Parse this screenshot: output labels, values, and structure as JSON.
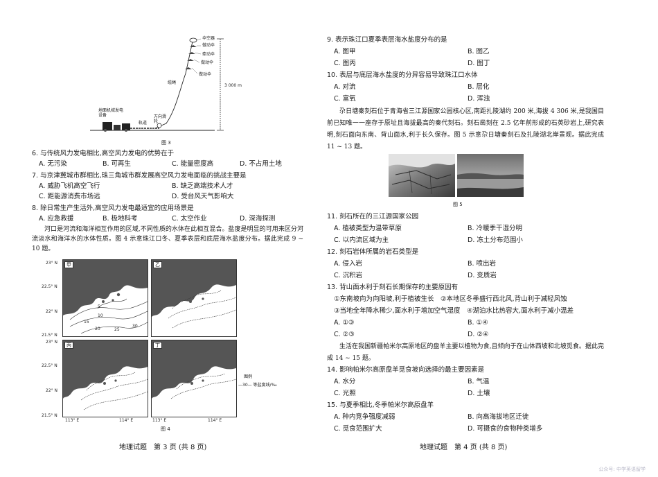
{
  "left_page": {
    "figure3": {
      "labels": {
        "umbrella": "伞空器",
        "kite1": "做动伞",
        "winch1": "牵动伞",
        "kite2": "做动伞",
        "kite3": "做动伞",
        "cable": "缆绳",
        "height": "3 000 m",
        "ground_station": "地面机械发电设备",
        "rail": "轨道",
        "pulley": "万向滑轮"
      },
      "caption": "图 3"
    },
    "q6": {
      "stem": "6. 与传统风力发电相比,高空风力发电的优势在于",
      "a": "A. 无污染",
      "b": "B. 可再生",
      "c": "C. 能量密度高",
      "d": "D. 不占用土地"
    },
    "q7": {
      "stem": "7. 与京津冀城市群相比,珠三角城市群发展高空风力发电面临的挑战主要是",
      "a": "A. 威胁飞机高空飞行",
      "b": "B. 缺乏高端技术人才",
      "c": "C. 距能源消费市场远",
      "d": "D. 受台风天气影响大"
    },
    "q8": {
      "stem": "8. 除日常生产生活外,高空风力发电最适宜的应用场景是",
      "a": "A. 应急救援",
      "b": "B. 极地科考",
      "c": "C. 太空作业",
      "d": "D. 深海探测"
    },
    "passage_estuary": "河口是河流和海洋相互作用的区域,不同性质的水体在此相互混合。盐度是明显的可用来区分河流淡水和海洋水的水体性质。图 4 示意珠江口冬、夏季表层和底层海水盐度分布。据此完成 9 ~ 10 题。",
    "figure4": {
      "panels": [
        "甲",
        "乙",
        "丙",
        "丁"
      ],
      "lat_labels": [
        "23° N",
        "22.5° N",
        "22° N",
        "21.5° N",
        "23° N",
        "22.5° N",
        "22° N",
        "21.5° N"
      ],
      "lon_labels": [
        "113° E",
        "114° E",
        "113° E",
        "114° E"
      ],
      "contour_values": [
        "5",
        "10",
        "15",
        "20",
        "25",
        "30"
      ],
      "legend_title": "图例",
      "legend_item": "—30— 等盐度线/‰",
      "caption": "图 4"
    },
    "footer": "地理试题　第 3 页 (共 8 页)"
  },
  "right_page": {
    "q9": {
      "stem": "9. 表示珠江口夏季表层海水盐度分布的是",
      "a": "A. 图甲",
      "b": "B. 图乙",
      "c": "C. 图丙",
      "d": "D. 图丁"
    },
    "q10": {
      "stem": "10. 表层与底层海水盐度的分异容易导致珠江口水体",
      "a": "A. 对流",
      "b": "B. 层化",
      "c": "C. 富氧",
      "d": "D. 浑浊"
    },
    "passage_rock_1": "尕日塘秦刻石位于青海省三江源国家公园核心区,南距扎陵湖约 200 米,海拔 4 306 米,是我国目前已知唯一一座存于原址且海拔最高的秦代刻石。刻石凿刻在 2.5 亿年前形成的石英砂岩上,研究表明,刻石面向东南、背山面水,利于长久保存。图 5 示意尕日塘秦刻石及扎陵湖北岸景观。据此完成 11 ~ 13 题。",
    "figure5_caption": "图 5",
    "q11": {
      "stem": "11. 刻石所在的三江源国家公园",
      "a": "A. 植被类型为温带草原",
      "b": "B. 冷暖季干湿分明",
      "c": "C. 以内流区域为主",
      "d": "D. 冻土分布范围小"
    },
    "q12": {
      "stem": "12. 刻石岩体所属的岩石类型是",
      "a": "A. 侵入岩",
      "b": "B. 喷出岩",
      "c": "C. 沉积岩",
      "d": "D. 变质岩"
    },
    "q13": {
      "stem": "13. 背山面水利于刻石长期保存的主要原因有",
      "o1": "①东南坡向为向阳坡,利于植被生长　②本地区冬季盛行西北风,背山利于减轻风蚀",
      "o2": "③当地全年降水稀少,面水利于增加空气湿度　④湖泊水比热容大,面水利于减小温差",
      "a": "A. ①③",
      "b": "B. ①④",
      "c": "C. ②③",
      "d": "D. ②④"
    },
    "passage_sheep": "生活在我国新疆帕米尔高原地区的盘羊主要以植物为食,且倾向于在山体西坡和北坡觅食。据此完成 14 ~ 15 题。",
    "q14": {
      "stem": "14. 影响帕米尔高原盘羊觅食坡向选择的最主要因素是",
      "a": "A. 水分",
      "b": "B. 气温",
      "c": "C. 光照",
      "d": "D. 土壤"
    },
    "q15": {
      "stem": "15. 与夏季相比,冬季帕米尔高原盘羊",
      "a": "A. 种内竞争强度减弱",
      "b": "B. 向高海拔地区迁徙",
      "c": "C. 觅食范围扩大",
      "d": "D. 可摄食的食物种类增多"
    },
    "footer": "地理试题　第 4 页 (共 8 页)"
  },
  "watermark": "公众号: 中学英语留学"
}
